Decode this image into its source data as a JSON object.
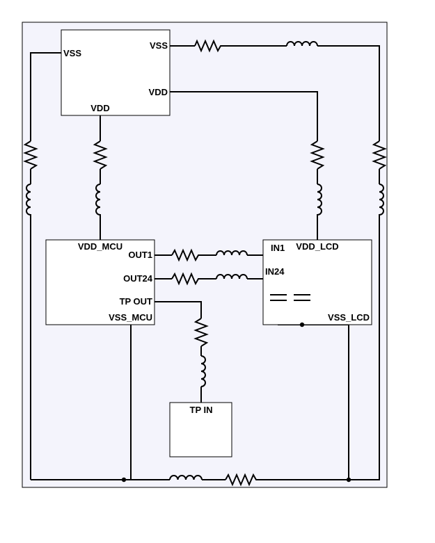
{
  "colors": {
    "frame_fill": "#f4f4fc",
    "block_fill": "#ffffff",
    "stroke": "#000000"
  },
  "blocks": {
    "power": {
      "vss_left": "VSS",
      "vss_right": "VSS",
      "vdd_right": "VDD",
      "vdd_bottom": "VDD"
    },
    "mcu": {
      "vdd": "VDD_MCU",
      "out1": "OUT1",
      "out24": "OUT24",
      "tp_out": "TP OUT",
      "vss": "VSS_MCU"
    },
    "lcd": {
      "in1": "IN1",
      "vdd": "VDD_LCD",
      "in24": "IN24",
      "vss": "VSS_LCD"
    },
    "tp": {
      "in": "TP IN"
    }
  }
}
